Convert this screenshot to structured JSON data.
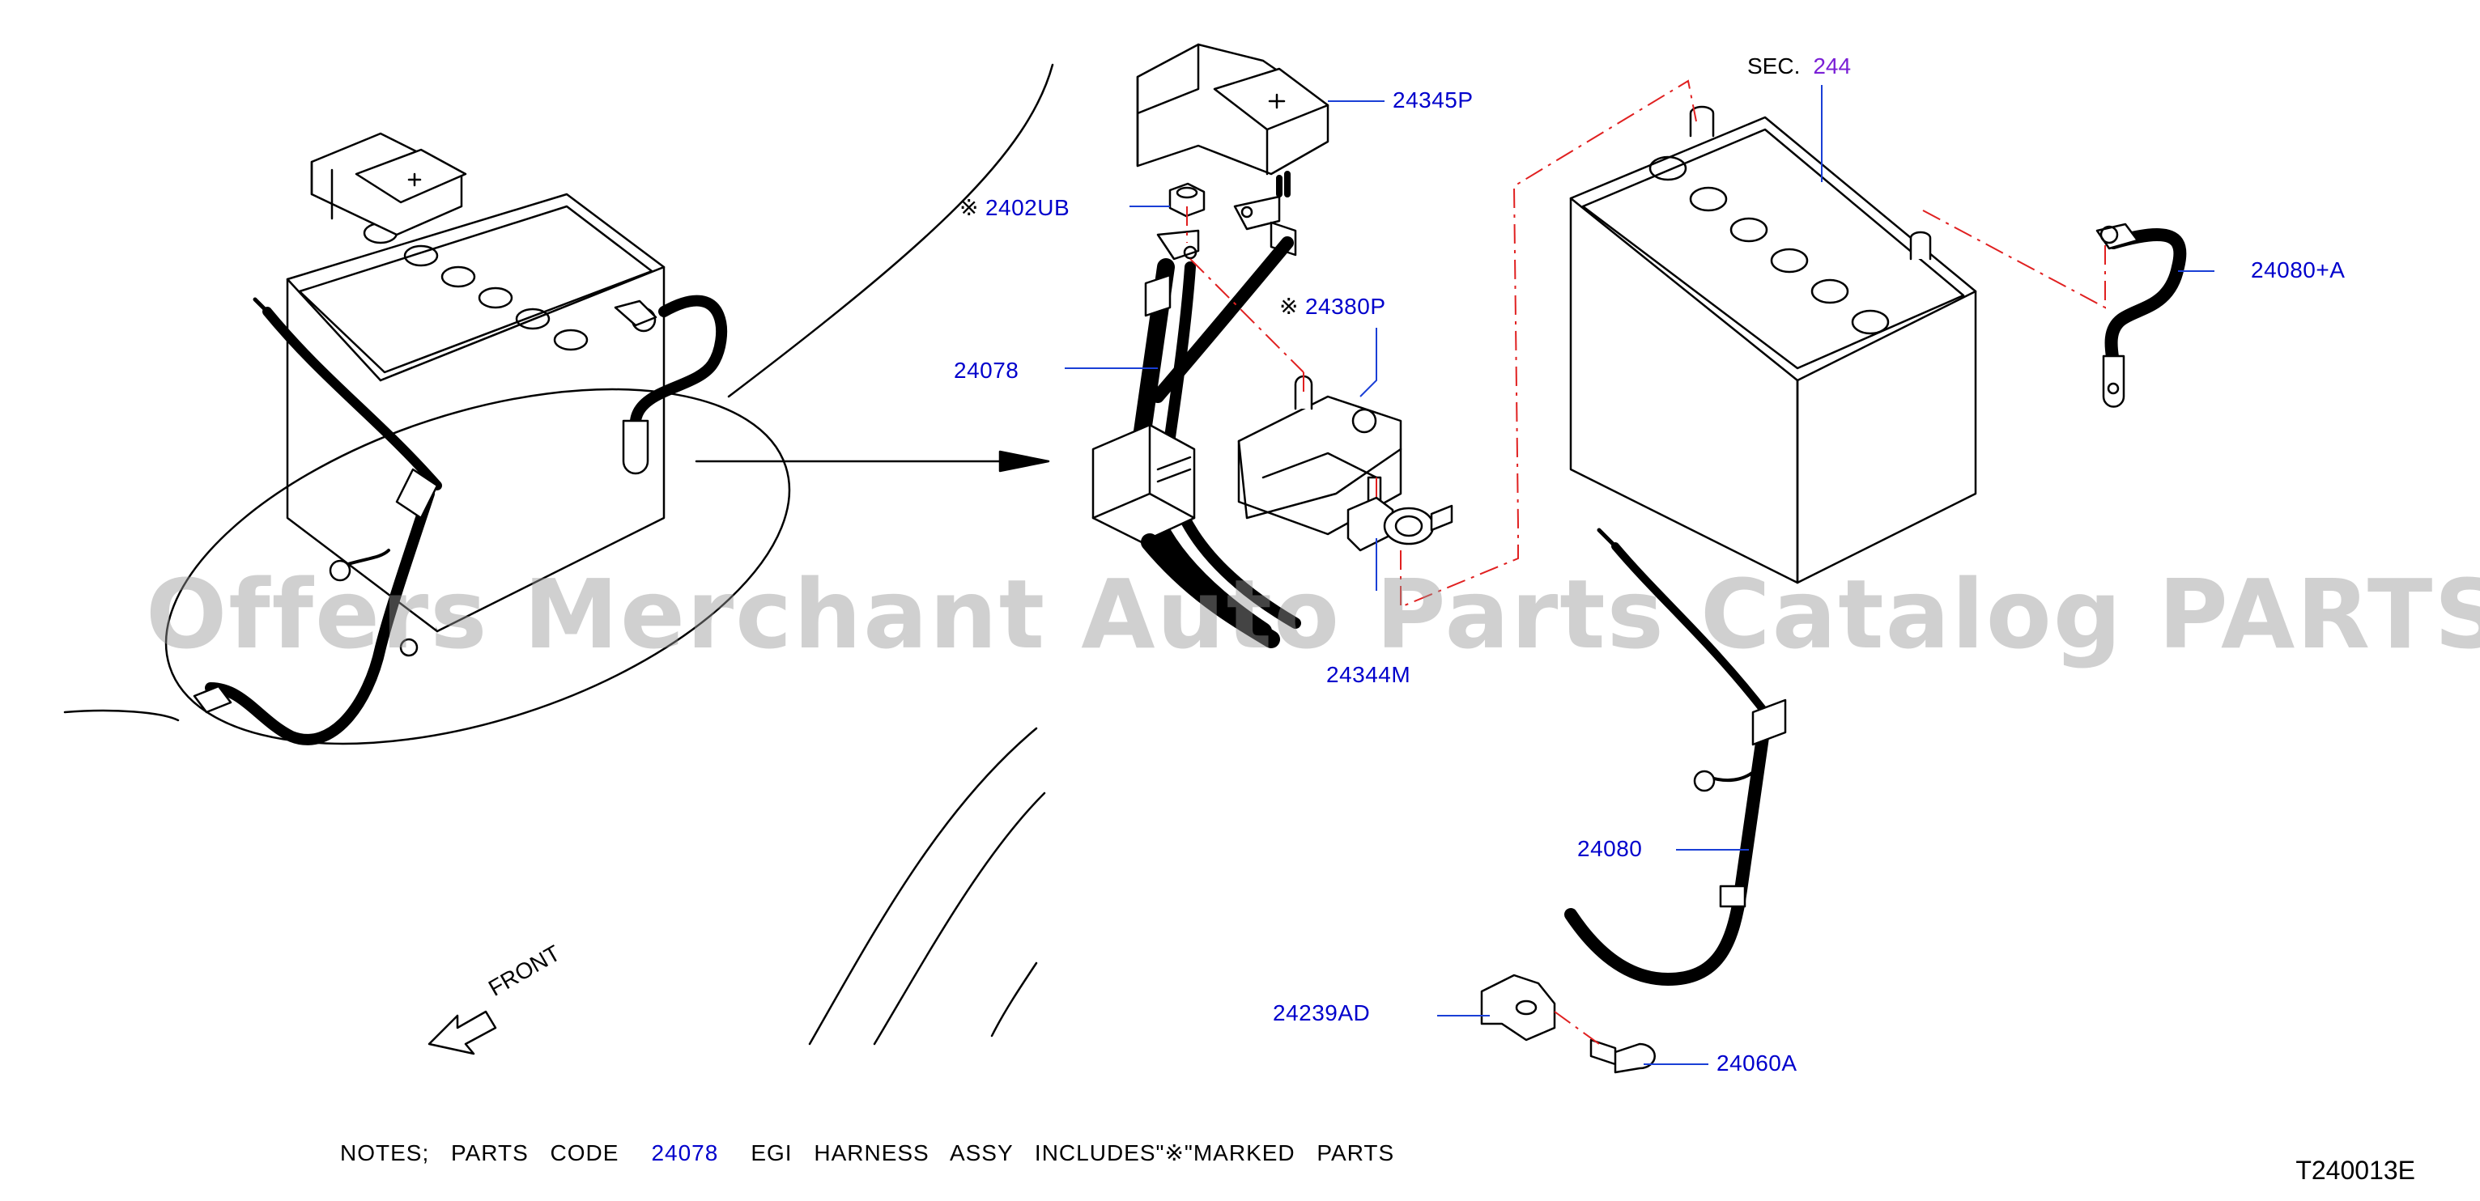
{
  "parts": {
    "p24345P": "24345P",
    "p2402UB": "2402UB",
    "p24380P": "24380P",
    "p24078": "24078",
    "p24344M": "24344M",
    "p24080A": "24080+A",
    "p24080": "24080",
    "p24239AD": "24239AD",
    "p24060A": "24060A"
  },
  "mark_symbol": "※",
  "sec": {
    "label": "SEC.",
    "number": "244"
  },
  "front_label": "FRONT",
  "watermark": "Offers Merchant Auto Parts Catalog PARTSTORE.SA",
  "notes": {
    "prefix": "NOTES; PARTS CODE",
    "code": "24078",
    "suffix": "EGI HARNESS ASSY INCLUDES\"※\"MARKED PARTS"
  },
  "diagram_code": "T240013E",
  "colors": {
    "part_link": "#0000cc",
    "sec_link": "#7a1fd6",
    "dash_line": "#e02020",
    "leader": "#1a3fd6"
  }
}
